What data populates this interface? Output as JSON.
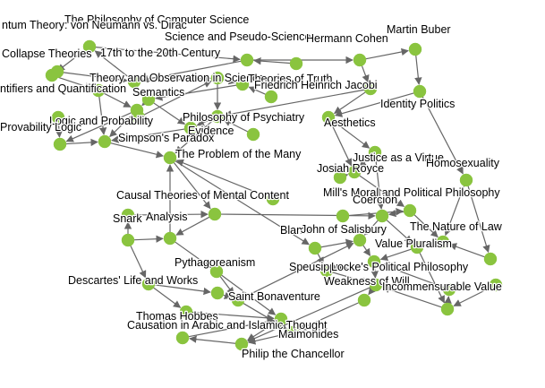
{
  "graph": {
    "node_color": "#8ac43f",
    "edge_color": "#666666",
    "label_color": "#000000",
    "nodes": [
      {
        "id": "n1",
        "label": "The Philosophy of Computer Science"
      },
      {
        "id": "n2",
        "label": "ntum Theory: von Neumann vs. Dirac"
      },
      {
        "id": "n3",
        "label": "Science and Pseudo-Science"
      },
      {
        "id": "n4",
        "label": "Hermann Cohen"
      },
      {
        "id": "n5",
        "label": "Martin Buber"
      },
      {
        "id": "n6",
        "label": "Collapse Theories"
      },
      {
        "id": "n7",
        "label": "17th to the 20th Century"
      },
      {
        "id": "n8",
        "label": "Theory and Observation in Science"
      },
      {
        "id": "n9",
        "label": "Theories of Truth"
      },
      {
        "id": "n10",
        "label": "ntifiers and Quantification"
      },
      {
        "id": "n11",
        "label": "Semantics"
      },
      {
        "id": "n12",
        "label": "Friedrich Heinrich Jacobi"
      },
      {
        "id": "n13",
        "label": "Identity Politics"
      },
      {
        "id": "n14",
        "label": "Logic and Probability"
      },
      {
        "id": "n15",
        "label": "Philosophy of Psychiatry"
      },
      {
        "id": "n16",
        "label": "Aesthetics"
      },
      {
        "id": "n17",
        "label": "Provability Logic"
      },
      {
        "id": "n18",
        "label": "Evidence"
      },
      {
        "id": "n19",
        "label": "Simpson's Paradox"
      },
      {
        "id": "n20",
        "label": "Justice as a Virtue"
      },
      {
        "id": "n21",
        "label": "Homosexuality"
      },
      {
        "id": "n22",
        "label": "The Problem of the Many"
      },
      {
        "id": "n23",
        "label": "Josiah Royce"
      },
      {
        "id": "n24",
        "label": "Causal Theories of Mental Content"
      },
      {
        "id": "n25",
        "label": "Mill's Moral and Political Philosophy"
      },
      {
        "id": "n26",
        "label": "Coercion"
      },
      {
        "id": "n27",
        "label": "Snark"
      },
      {
        "id": "n28",
        "label": "Analysis"
      },
      {
        "id": "n29",
        "label": "Blame"
      },
      {
        "id": "n30",
        "label": "John of Salisbury"
      },
      {
        "id": "n31",
        "label": "The Nature of Law"
      },
      {
        "id": "n32",
        "label": "Value Pluralism"
      },
      {
        "id": "n33",
        "label": "Speusippus"
      },
      {
        "id": "n34",
        "label": "Locke's Political Philosophy"
      },
      {
        "id": "n35",
        "label": "Descartes' Life and Works"
      },
      {
        "id": "n36",
        "label": "Pythagoreanism"
      },
      {
        "id": "n37",
        "label": "Weakness of Will"
      },
      {
        "id": "n38",
        "label": "Incommensurable Value"
      },
      {
        "id": "n39",
        "label": "Saint Bonaventure"
      },
      {
        "id": "n40",
        "label": "Thomas Hobbes"
      },
      {
        "id": "n41",
        "label": "Causation in Arabic and Islamic Thought"
      },
      {
        "id": "n42",
        "label": "Maimonides"
      },
      {
        "id": "n43",
        "label": "Philip the Chancellor"
      },
      {
        "id": "n44",
        "label": ""
      },
      {
        "id": "n45",
        "label": ""
      },
      {
        "id": "n46",
        "label": ""
      },
      {
        "id": "n47",
        "label": ""
      },
      {
        "id": "n48",
        "label": ""
      },
      {
        "id": "n49",
        "label": ""
      },
      {
        "id": "n50",
        "label": ""
      },
      {
        "id": "n51",
        "label": ""
      },
      {
        "id": "n52",
        "label": ""
      },
      {
        "id": "n53",
        "label": ""
      },
      {
        "id": "n54",
        "label": ""
      },
      {
        "id": "n55",
        "label": ""
      },
      {
        "id": "n56",
        "label": ""
      },
      {
        "id": "n57",
        "label": ""
      },
      {
        "id": "n58",
        "label": ""
      }
    ],
    "edges": [
      [
        "n1",
        "n2"
      ],
      [
        "n1",
        "n3"
      ],
      [
        "n2",
        "n6"
      ],
      [
        "n6",
        "n7"
      ],
      [
        "n7",
        "n8"
      ],
      [
        "n8",
        "n9"
      ],
      [
        "n3",
        "n7"
      ],
      [
        "n3",
        "n4"
      ],
      [
        "n4",
        "n5"
      ],
      [
        "n4",
        "n12"
      ],
      [
        "n5",
        "n13"
      ],
      [
        "n12",
        "n15"
      ],
      [
        "n13",
        "n16"
      ],
      [
        "n13",
        "n21"
      ],
      [
        "n16",
        "n20"
      ],
      [
        "n9",
        "n11"
      ],
      [
        "n11",
        "n14"
      ],
      [
        "n10",
        "n14"
      ],
      [
        "n14",
        "n17"
      ],
      [
        "n14",
        "n19"
      ],
      [
        "n17",
        "n19"
      ],
      [
        "n15",
        "n18"
      ],
      [
        "n18",
        "n19"
      ],
      [
        "n19",
        "n22"
      ],
      [
        "n15",
        "n22"
      ],
      [
        "n22",
        "n24"
      ],
      [
        "n22",
        "n29"
      ],
      [
        "n20",
        "n23"
      ],
      [
        "n20",
        "n26"
      ],
      [
        "n21",
        "n31"
      ],
      [
        "n23",
        "n25"
      ],
      [
        "n25",
        "n31"
      ],
      [
        "n26",
        "n32"
      ],
      [
        "n24",
        "n28"
      ],
      [
        "n28",
        "n36"
      ],
      [
        "n27",
        "n28"
      ],
      [
        "n27",
        "n35"
      ],
      [
        "n29",
        "n33"
      ],
      [
        "n29",
        "n30"
      ],
      [
        "n30",
        "n34"
      ],
      [
        "n31",
        "n32"
      ],
      [
        "n32",
        "n38"
      ],
      [
        "n34",
        "n37"
      ],
      [
        "n33",
        "n37"
      ],
      [
        "n35",
        "n40"
      ],
      [
        "n36",
        "n39"
      ],
      [
        "n39",
        "n42"
      ],
      [
        "n40",
        "n41"
      ],
      [
        "n41",
        "n43"
      ],
      [
        "n42",
        "n43"
      ],
      [
        "n37",
        "n43"
      ],
      [
        "n38",
        "n37"
      ],
      [
        "n12",
        "n16"
      ],
      [
        "n8",
        "n15"
      ],
      [
        "n10",
        "n19"
      ],
      [
        "n7",
        "n1"
      ],
      [
        "n24",
        "n26"
      ],
      [
        "n25",
        "n26"
      ],
      [
        "n28",
        "n22"
      ],
      [
        "n36",
        "n41"
      ],
      [
        "n39",
        "n30"
      ],
      [
        "n44",
        "n3"
      ],
      [
        "n45",
        "n8"
      ],
      [
        "n46",
        "n9"
      ],
      [
        "n47",
        "n15"
      ],
      [
        "n48",
        "n23"
      ],
      [
        "n49",
        "n25"
      ],
      [
        "n50",
        "n31"
      ],
      [
        "n51",
        "n38"
      ],
      [
        "n52",
        "n34"
      ],
      [
        "n53",
        "n39"
      ],
      [
        "n54",
        "n41"
      ],
      [
        "n55",
        "n42"
      ],
      [
        "n56",
        "n24"
      ],
      [
        "n57",
        "n17"
      ],
      [
        "n58",
        "n22"
      ],
      [
        "n2",
        "n10"
      ],
      [
        "n11",
        "n18"
      ],
      [
        "n16",
        "n23"
      ],
      [
        "n26",
        "n30"
      ],
      [
        "n32",
        "n34"
      ],
      [
        "n38",
        "n52"
      ],
      [
        "n37",
        "n55"
      ],
      [
        "n43",
        "n54"
      ],
      [
        "n35",
        "n53"
      ],
      [
        "n27",
        "n56"
      ],
      [
        "n21",
        "n50"
      ]
    ]
  }
}
